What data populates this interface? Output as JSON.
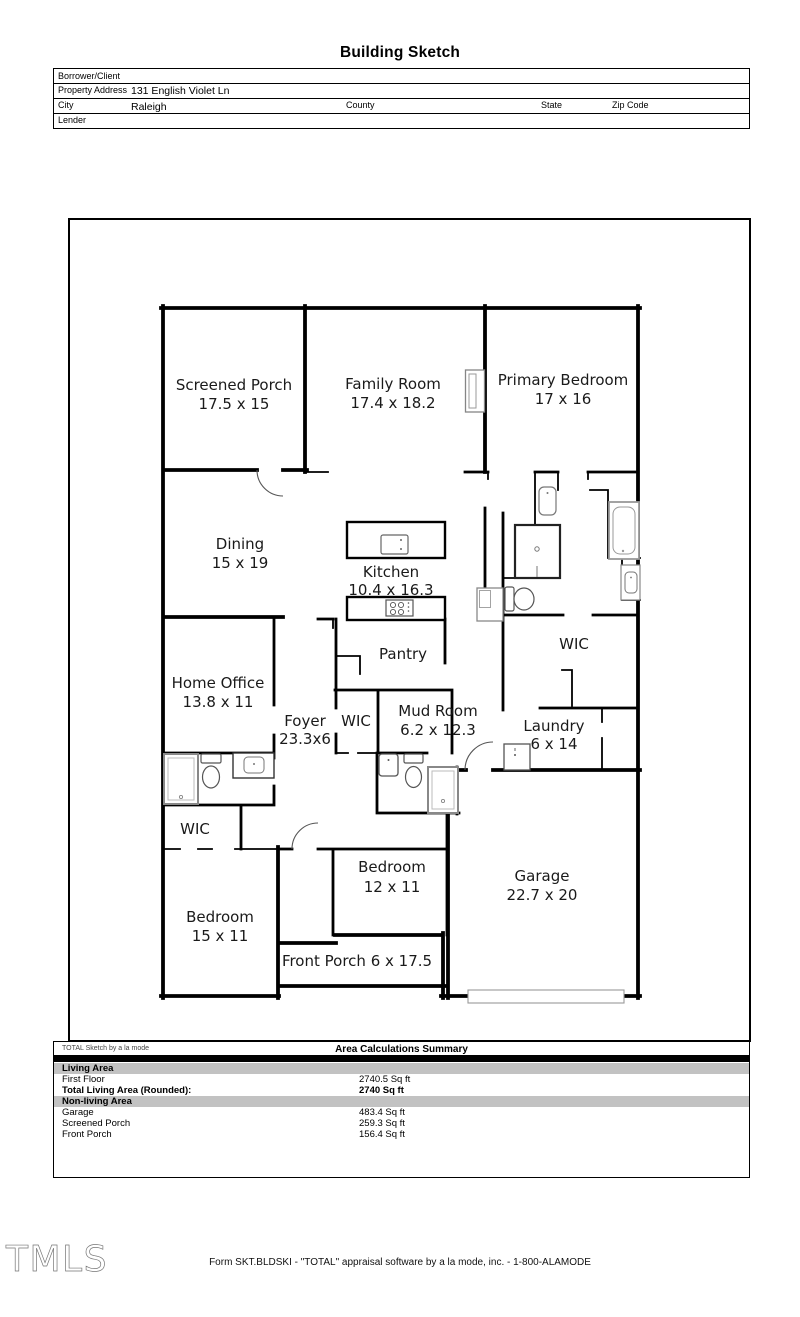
{
  "page": {
    "title": "Building Sketch"
  },
  "header": {
    "borrower_label": "Borrower/Client",
    "property_label": "Property Address",
    "property_value": "131 English Violet Ln",
    "city_label": "City",
    "city_value": "Raleigh",
    "county_label": "County",
    "state_label": "State",
    "zip_label": "Zip Code",
    "lender_label": "Lender"
  },
  "colors": {
    "walls": "#000000",
    "fixtures": "#888888",
    "band": "#c2c2c2"
  },
  "rooms": {
    "screened_porch": {
      "name": "Screened Porch",
      "dims": "17.5 x 15"
    },
    "family_room": {
      "name": "Family Room",
      "dims": "17.4 x 18.2"
    },
    "primary_bedroom": {
      "name": "Primary Bedroom",
      "dims": "17 x 16"
    },
    "dining": {
      "name": "Dining",
      "dims": "15 x 19"
    },
    "kitchen": {
      "name": "Kitchen",
      "dims": "10.4 x 16.3"
    },
    "pantry": {
      "name": "Pantry"
    },
    "wic_primary": {
      "name": "WIC"
    },
    "home_office": {
      "name": "Home Office",
      "dims": "13.8 x 11"
    },
    "foyer": {
      "name": "Foyer",
      "dims": "23.3x6"
    },
    "wic_hall": {
      "name": "WIC"
    },
    "mud_room": {
      "name": "Mud Room",
      "dims": "6.2 x 12.3"
    },
    "laundry": {
      "name": "Laundry",
      "dims": "6 x 14"
    },
    "wic_bedroom": {
      "name": "WIC"
    },
    "bedroom_12": {
      "name": "Bedroom",
      "dims": "12 x 11"
    },
    "garage": {
      "name": "Garage",
      "dims": "22.7 x 20"
    },
    "bedroom_15": {
      "name": "Bedroom",
      "dims": "15 x 11"
    },
    "front_porch": {
      "label": "Front Porch 6 x 17.5"
    }
  },
  "area_summary": {
    "watermark": "TOTAL Sketch by a la mode",
    "title": "Area Calculations Summary",
    "living_area": {
      "header": "Living Area",
      "rows": [
        {
          "label": "First Floor",
          "value": "2740.5 Sq ft"
        }
      ],
      "total": {
        "label": "Total Living Area (Rounded):",
        "value": "2740 Sq ft"
      }
    },
    "non_living_area": {
      "header": "Non-living Area",
      "rows": [
        {
          "label": "Garage",
          "value": "483.4 Sq ft"
        },
        {
          "label": "Screened Porch",
          "value": "259.3 Sq ft"
        },
        {
          "label": "Front Porch",
          "value": "156.4 Sq ft"
        }
      ]
    }
  },
  "footer": {
    "logo": "TMLS",
    "form_text": "Form SKT.BLDSKI - \"TOTAL\" appraisal software by a la mode, inc. - 1-800-ALAMODE"
  }
}
